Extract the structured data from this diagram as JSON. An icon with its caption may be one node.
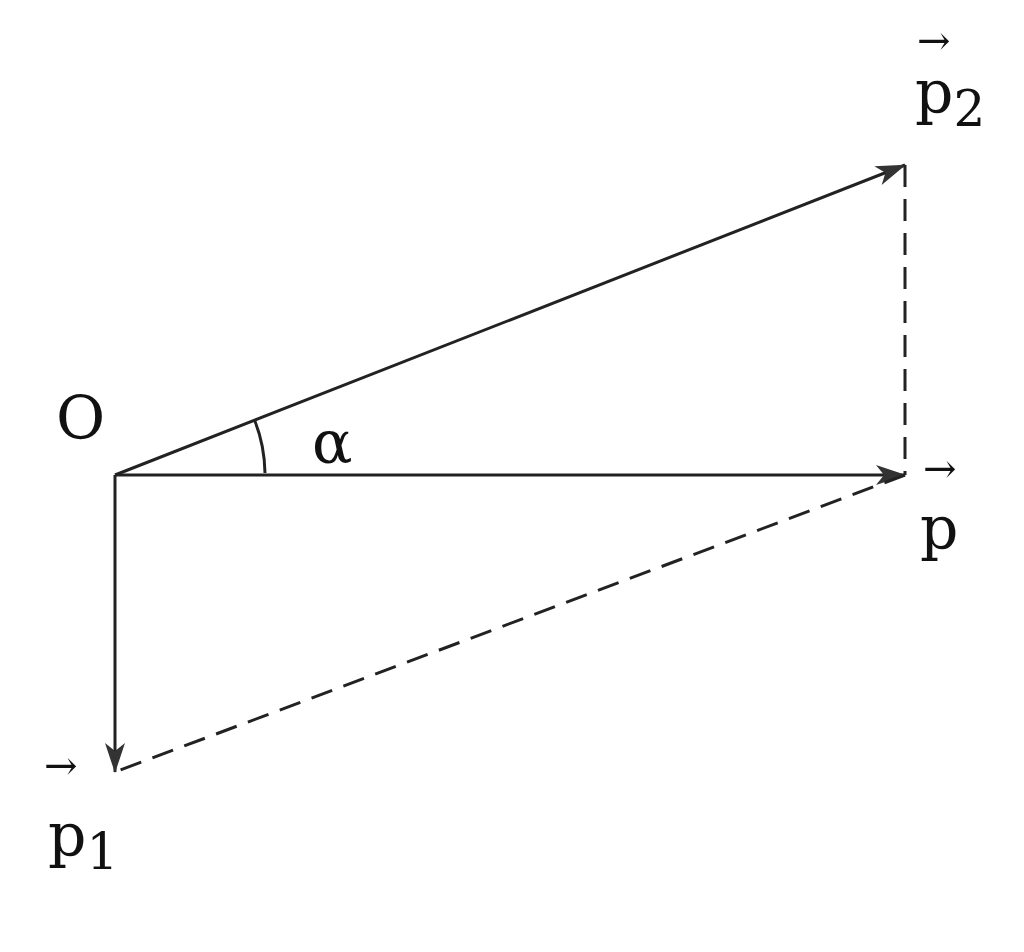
{
  "diagram": {
    "nodes": [
      {
        "text": [
          "O"
        ]
      },
      {
        "text": [
          "→",
          "p$_{2}$"
        ]
      },
      {
        "text": [
          "→",
          "p"
        ]
      },
      {
        "text": [
          "→",
          "p$_{1}$"
        ]
      }
    ],
    "edges": [
      {
        "from": 0,
        "to": 1,
        "arrow": "to"
      },
      {
        "from": 0,
        "to": 2,
        "arrow": "to"
      },
      {
        "from": 0,
        "to": 3,
        "arrow": "to"
      },
      {
        "from": 1,
        "to": 2,
        "arrow": "none",
        "style": "dashed"
      },
      {
        "from": 2,
        "to": 3,
        "arrow": "none",
        "style": "dashed"
      }
    ],
    "labels": [
      "α"
    ]
  }
}
